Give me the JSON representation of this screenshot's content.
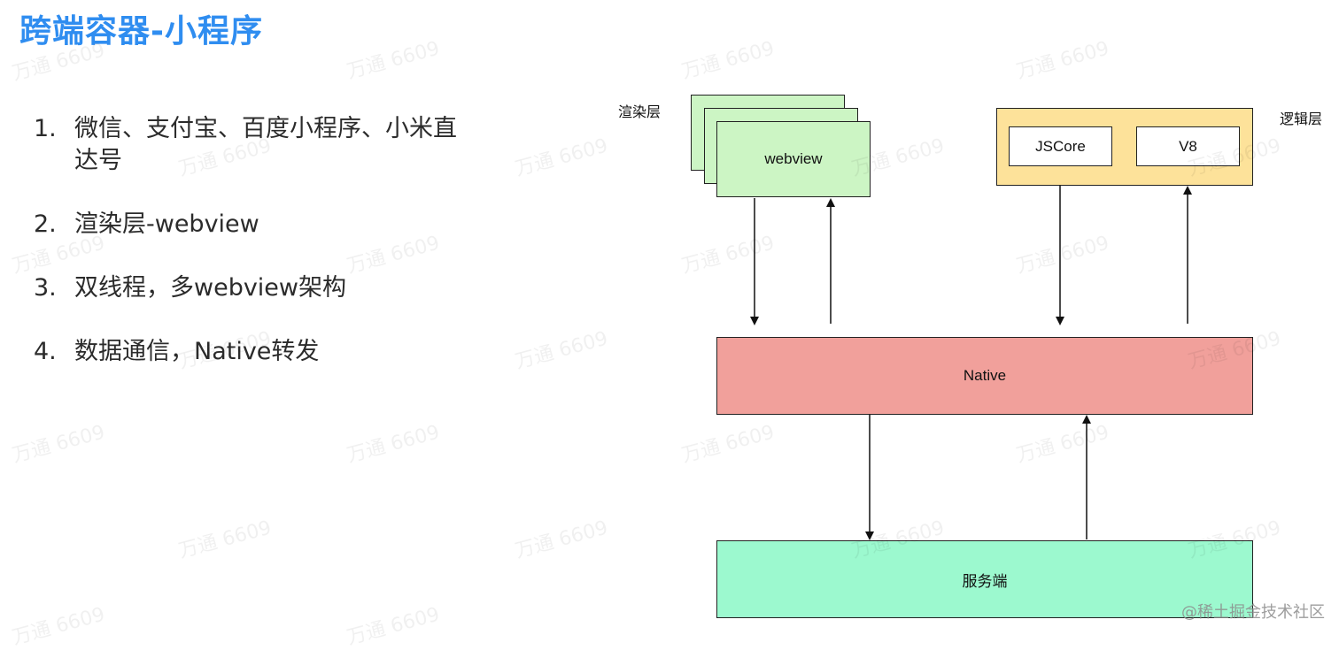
{
  "page_title": "跨端容器-小程序",
  "points": [
    {
      "num": "1.",
      "text": "微信、支付宝、百度小程序、小米直达号"
    },
    {
      "num": "2.",
      "text": "渲染层-webview"
    },
    {
      "num": "3.",
      "text": "双线程，多webview架构"
    },
    {
      "num": "4.",
      "text": "数据通信，Native转发"
    }
  ],
  "diagram": {
    "render_layer_label": "渲染层",
    "logic_layer_label": "逻辑层",
    "webview_label": "webview",
    "jscore_label": "JSCore",
    "v8_label": "V8",
    "native_label": "Native",
    "server_label": "服务端"
  },
  "watermark_text": "万通 6609",
  "credit": "@稀土掘金技术社区",
  "colors": {
    "title": "#2f8df0",
    "webview": "#ccf5c4",
    "native": "#f1a09b",
    "server": "#9cf9cf",
    "logic_panel": "#fde29a"
  }
}
